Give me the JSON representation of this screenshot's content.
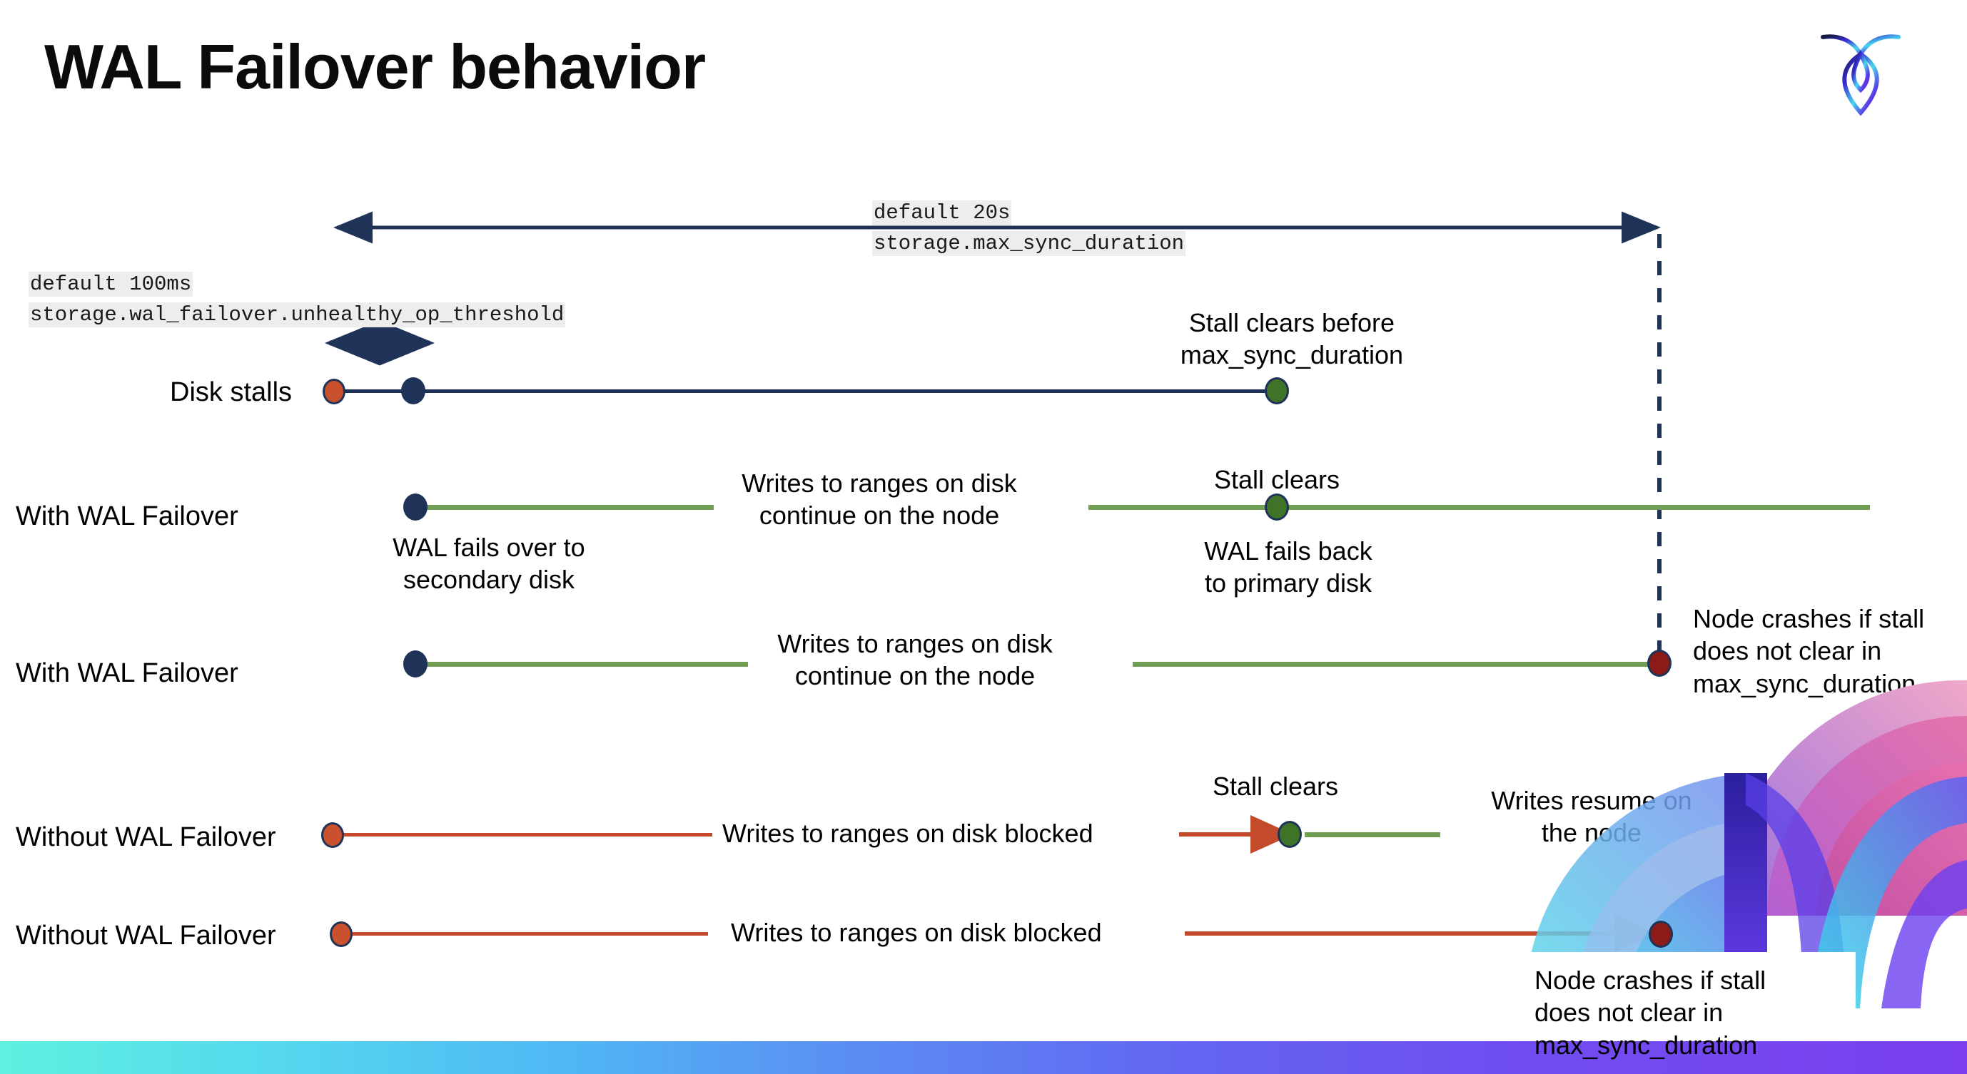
{
  "slide": {
    "title": "WAL Failover behavior",
    "logo_name": "cockroachdb-logo"
  },
  "settings": {
    "max_sync": {
      "default_text": "default 20s",
      "setting_name": "storage.max_sync_duration"
    },
    "unhealthy_op": {
      "default_text": "default 100ms",
      "setting_name": "storage.wal_failover.unhealthy_op_threshold"
    }
  },
  "rows": {
    "disk_stalls": {
      "label": "Disk stalls",
      "annotation": "Stall clears before\nmax_sync_duration"
    },
    "with_failover_recovers": {
      "label": "With WAL Failover",
      "note_writes": "Writes to ranges on disk\ncontinue on the node",
      "note_stall_clears": "Stall clears",
      "note_failover": "WAL fails over to\nsecondary disk",
      "note_failback": "WAL fails  back\nto primary disk"
    },
    "with_failover_crashes": {
      "label": "With WAL Failover",
      "note_writes": "Writes to ranges on disk\ncontinue on the node",
      "note_crash": "Node crashes if stall\ndoes not clear in\nmax_sync_duration"
    },
    "without_failover_recovers": {
      "label": "Without WAL Failover",
      "note_blocked": "Writes to ranges on disk  blocked",
      "note_stall_clears": "Stall clears",
      "note_resume": "Writes resume on\nthe node"
    },
    "without_failover_crashes": {
      "label": "Without WAL Failover",
      "note_blocked": "Writes to ranges on disk  blocked",
      "note_crash": "Node crashes if stall\ndoes not clear in\nmax_sync_duration"
    }
  },
  "colors": {
    "navy": "#1f3257",
    "green_line": "#6f9e52",
    "green_dot": "#3f7327",
    "red_line": "#c44a2c",
    "red_dot": "#c9512d",
    "dark_red_dot": "#8c1b17",
    "code_bg": "#ededed"
  }
}
